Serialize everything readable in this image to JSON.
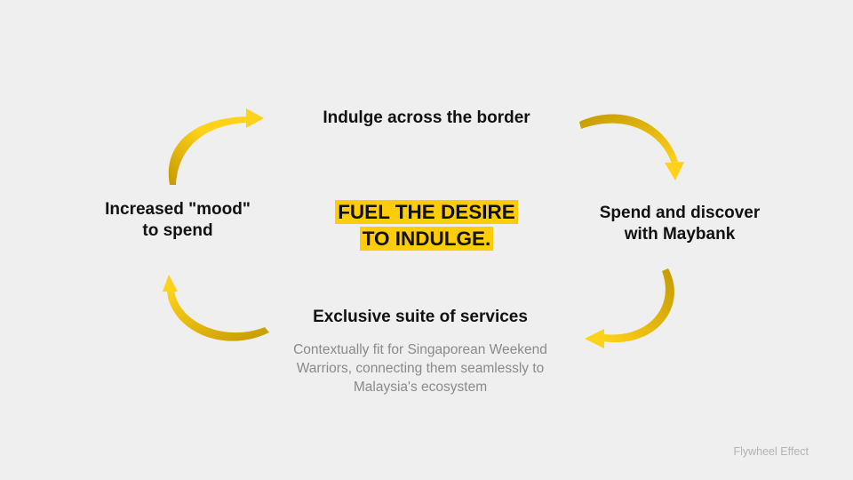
{
  "center": {
    "line1": "FUEL THE DESIRE",
    "line2": "TO INDULGE."
  },
  "nodes": {
    "top": "Indulge across the border",
    "right": {
      "line1": "Spend and discover",
      "line2": "with Maybank"
    },
    "bottom": {
      "title": "Exclusive suite of services",
      "description": [
        "Contextually fit for Singaporean Weekend",
        "Warriors, connecting them seamlessly to",
        "Malaysia's ecosystem"
      ]
    },
    "left": {
      "line1": "Increased \"mood\"",
      "line2": "to spend"
    }
  },
  "footer": "Flywheel Effect",
  "colors": {
    "background": "#efefef",
    "accent": "#ffcc0a",
    "arrow_light": "#ffd21a",
    "arrow_dark": "#c49a00",
    "subtitle": "#8a8a8a",
    "footer": "#b3b3b3"
  },
  "icons": [
    "curved-arrow-icon"
  ]
}
